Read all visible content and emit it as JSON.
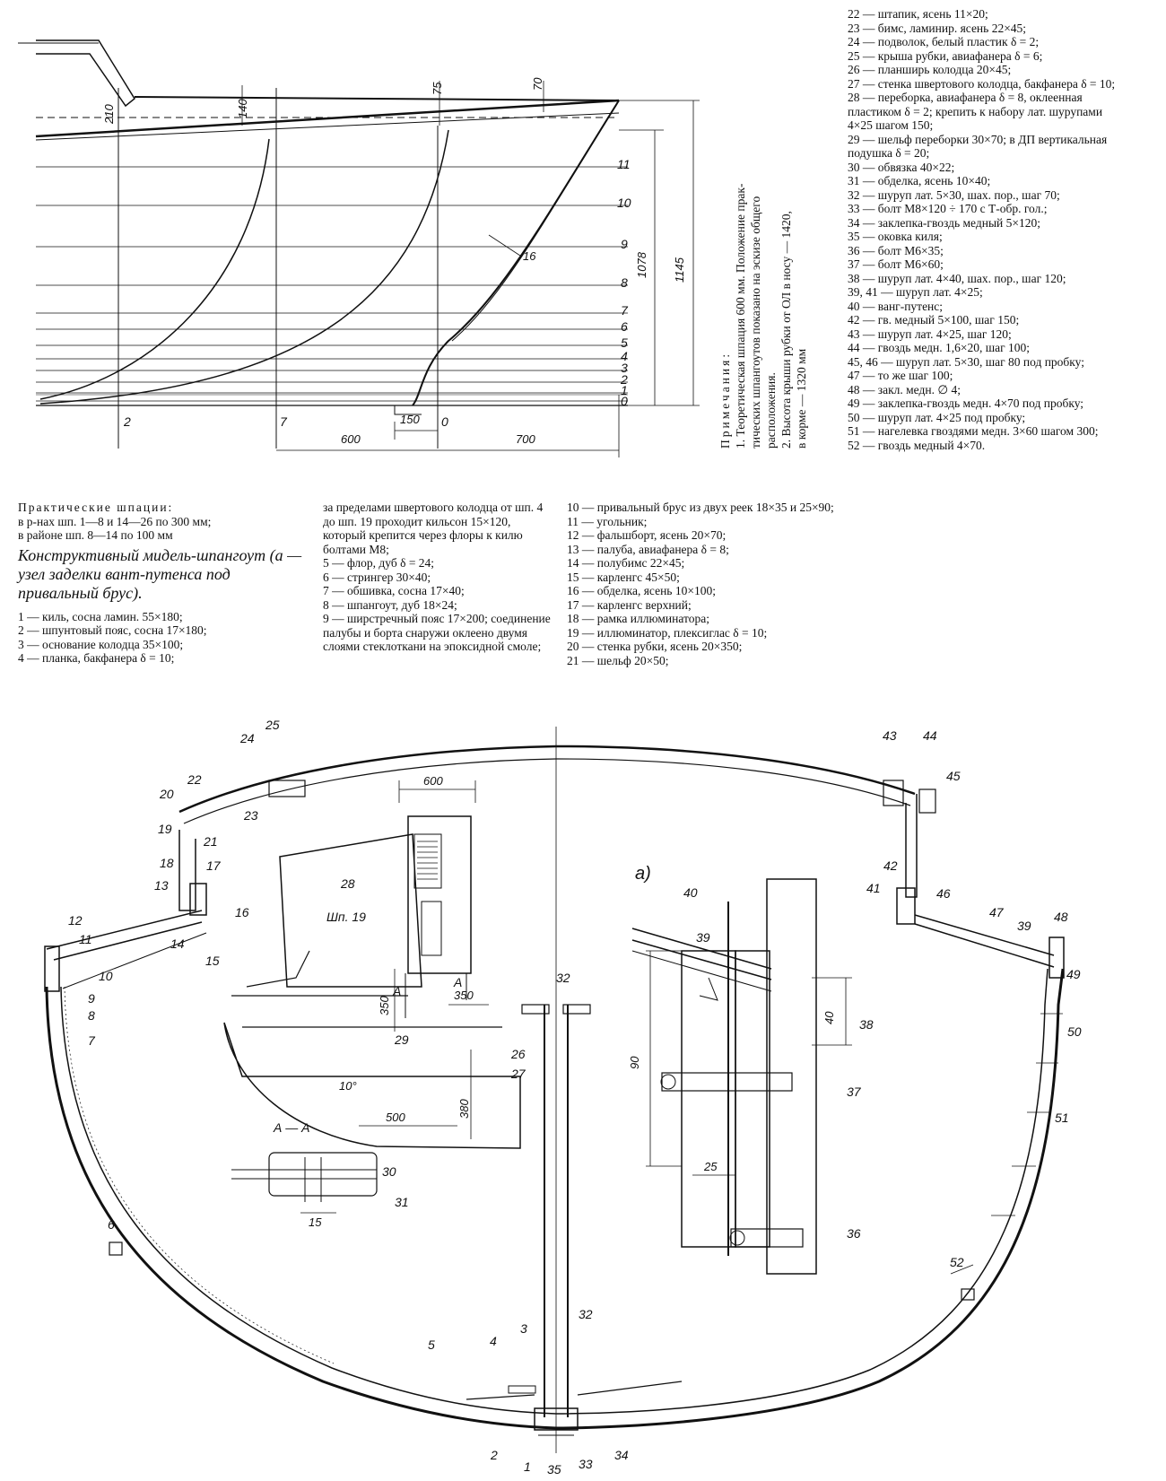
{
  "profile": {
    "dims": {
      "d210": "210",
      "d140": "140",
      "d75": "75",
      "d70": "70",
      "d1078": "1078",
      "d1145": "1145",
      "d16": "16",
      "d600": "600",
      "d700": "700",
      "d150": "150"
    },
    "waterlines": [
      "0",
      "1",
      "2",
      "3",
      "4",
      "5",
      "6",
      "7",
      "8",
      "9",
      "10",
      "11"
    ],
    "stations": [
      "2",
      "7",
      "0"
    ]
  },
  "notes": {
    "head": "Примечания:",
    "n1a": "1. Теоретическая шпация 600 мм. Положение прак-",
    "n1b": "тических шпангоутов показано на эскизе общего",
    "n1c": "расположения.",
    "n2a": "2. Высота крыши рубки от ОЛ в носу — 1420,",
    "n2b": "в корме — 1320 мм"
  },
  "legend_top_right": [
    "22 — штапик, ясень 11×20;",
    "23 — бимс, ламинир. ясень 22×45;",
    "24 — подволок, белый пластик δ = 2;",
    "25 — крыша рубки, авиафанера δ = 6;",
    "26 — планширь колодца 20×45;",
    "27 — стенка швертового колодца, бакфанера δ = 10;",
    "28 — переборка, авиафанера δ = 8, оклеенная пластиком δ = 2; крепить к набору лат. шурупами 4×25 шагом 150;",
    "29 — шельф переборки 30×70; в ДП вертикальная подушка δ = 20;",
    "30 — обвязка 40×22;",
    "31 — обделка, ясень 10×40;",
    "32 — шуруп лат. 5×30, шах. пор., шаг 70;",
    "33 — болт М8×120 ÷ 170 с Т-обр. гол.;",
    "34 — заклепка-гвоздь медный 5×120;",
    "35 — оковка киля;",
    "36 — болт М6×35;",
    "37 — болт М6×60;",
    "38 — шуруп лат. 4×40, шах. пор., шаг 120;",
    "39, 41 — шуруп лат. 4×25;",
    "40 — ванг-путенс;",
    "42 — гв. медный 5×100, шаг 150;",
    "43 — шуруп лат. 4×25, шаг 120;",
    "44 — гвоздь медн. 1,6×20, шаг 100;",
    "45, 46 — шуруп лат. 5×30, шаг 80 под пробку;",
    "47 — то же шаг 100;",
    "48 — закл. медн. ∅ 4;",
    "49 — заклепка-гвоздь медн. 4×70 под пробку;",
    "50 — шуруп лат. 4×25 под пробку;",
    "51 — нагелевка гвоздями медн. 3×60 шагом 300;",
    "52 — гвоздь медный 4×70."
  ],
  "col1": {
    "head": "Практические шпации:",
    "l1": "в р-нах шп. 1—8 и 14—26 по 300 мм;",
    "l2": "в районе шп. 8—14 по 100 мм",
    "title": "Конструктивный мидель-шпангоут (а — узел заделки вант-путенса под привальный брус).",
    "items": [
      "1 — киль, сосна ламин. 55×180;",
      "2 — шпунтовый пояс, сосна 17×180;",
      "3 — основание колодца 35×100;",
      "4 — планка, бакфанера δ = 10;"
    ]
  },
  "col2": [
    "за пределами швертового колодца от шп. 4 до шп. 19 проходит кильсон 15×120, который крепится через флоры к килю болтами М8;",
    "5 — флор, дуб δ = 24;",
    "6 — стрингер 30×40;",
    "7 — обшивка, сосна 17×40;",
    "8 — шпангоут, дуб 18×24;",
    "9 — ширстречный пояс 17×200; соединение палубы и борта снаружи оклеено двумя слоями стеклоткани на эпоксидной смоле;"
  ],
  "col3": [
    "10 — привальный брус из двух реек 18×35 и 25×90;",
    "11 — угольник;",
    "12 — фальшборт, ясень 20×70;",
    "13 — палуба, авиафанера δ = 8;",
    "14 — полубимс 22×45;",
    "15 — карленгс 45×50;",
    "16 — обделка, ясень 10×100;",
    "17 — карленгс верхний;",
    "18 — рамка иллюминатора;",
    "19 — иллюминатор, плексиглас δ = 10;",
    "20 — стенка рубки, ясень 20×350;",
    "21 — шельф 20×50;"
  ],
  "section": {
    "labels": [
      "1",
      "2",
      "3",
      "4",
      "5",
      "6",
      "7",
      "8",
      "9",
      "10",
      "11",
      "12",
      "13",
      "14",
      "15",
      "16",
      "17",
      "18",
      "19",
      "20",
      "21",
      "22",
      "23",
      "24",
      "25",
      "26",
      "27",
      "28",
      "29",
      "30",
      "31",
      "32",
      "33",
      "34",
      "35",
      "36",
      "37",
      "38",
      "39",
      "40",
      "41",
      "42",
      "43",
      "44",
      "45",
      "46",
      "47",
      "48",
      "49",
      "50",
      "51",
      "52"
    ],
    "dims": {
      "d600": "600",
      "d350a": "350",
      "d350b": "350",
      "d500": "500",
      "d380": "380",
      "deg": "10°",
      "d15": "15",
      "d90": "90",
      "d40": "40",
      "d25": "25"
    },
    "frame": "Шп. 19",
    "aa": "А — А",
    "arrowA": "А",
    "detail": "а)"
  }
}
